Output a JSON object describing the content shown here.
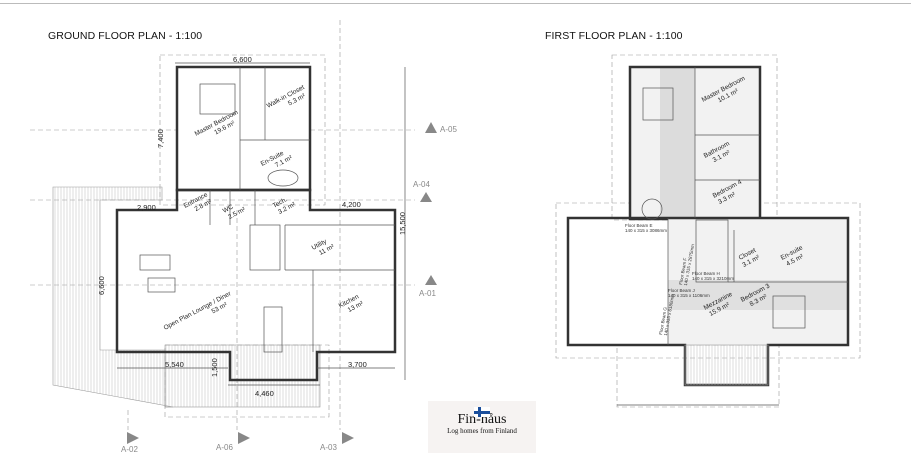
{
  "ground_floor": {
    "title": "GROUND FLOOR PLAN - 1:100",
    "rooms": [
      {
        "name": "Master Bedroom",
        "area": "19.6 m²"
      },
      {
        "name": "Walk-in Closet",
        "area": "5.3 m²"
      },
      {
        "name": "En-Suite",
        "area": "7.1 m²"
      },
      {
        "name": "Entrance",
        "area": "2.8 m²"
      },
      {
        "name": "WC",
        "area": "2.5 m²"
      },
      {
        "name": "Tech.",
        "area": "3.2 m²"
      },
      {
        "name": "Utility",
        "area": "11 m²"
      },
      {
        "name": "Kitchen",
        "area": "13 m²"
      },
      {
        "name": "Open Plan Lounge / Diner",
        "area": "53 m²"
      }
    ],
    "dimensions": [
      "6,600",
      "7,400",
      "2,900",
      "4,200",
      "15,500",
      "6,600",
      "5,540",
      "1,500",
      "4,460",
      "3,700"
    ],
    "sections": [
      "A-05",
      "A-04",
      "A-01",
      "A-02",
      "A-06",
      "A-03"
    ]
  },
  "first_floor": {
    "title": "FIRST FLOOR PLAN - 1:100",
    "rooms": [
      {
        "name": "Master Bedroom",
        "area": "10.1 m²"
      },
      {
        "name": "Bathroom",
        "area": "3.1 m²"
      },
      {
        "name": "Bedroom 4",
        "area": "3.3 m²"
      },
      {
        "name": "Closet",
        "area": "3.1 m²"
      },
      {
        "name": "En-suite",
        "area": "4.5 m²"
      },
      {
        "name": "Bedroom 3",
        "area": "8.3 m²"
      },
      {
        "name": "Mezzanine",
        "area": "15.9 m²"
      }
    ],
    "beams": [
      {
        "name": "Floor Beam E",
        "size": "140 x 315 x 3086mm"
      },
      {
        "name": "Floor Beam F",
        "size": "140 x 315 x 2875mm"
      },
      {
        "name": "Floor Beam H",
        "size": "140 x 315 x 3210mm"
      },
      {
        "name": "Floor Beam J",
        "size": "140 x 315 x 1106mm"
      },
      {
        "name": "Floor Beam G",
        "size": "140 x 315 x 6180mm"
      }
    ]
  },
  "logo": {
    "name": "Fin-håus",
    "tagline": "Log homes from Finland",
    "flag_colors": [
      "#ffffff",
      "#1b4f9c"
    ]
  }
}
